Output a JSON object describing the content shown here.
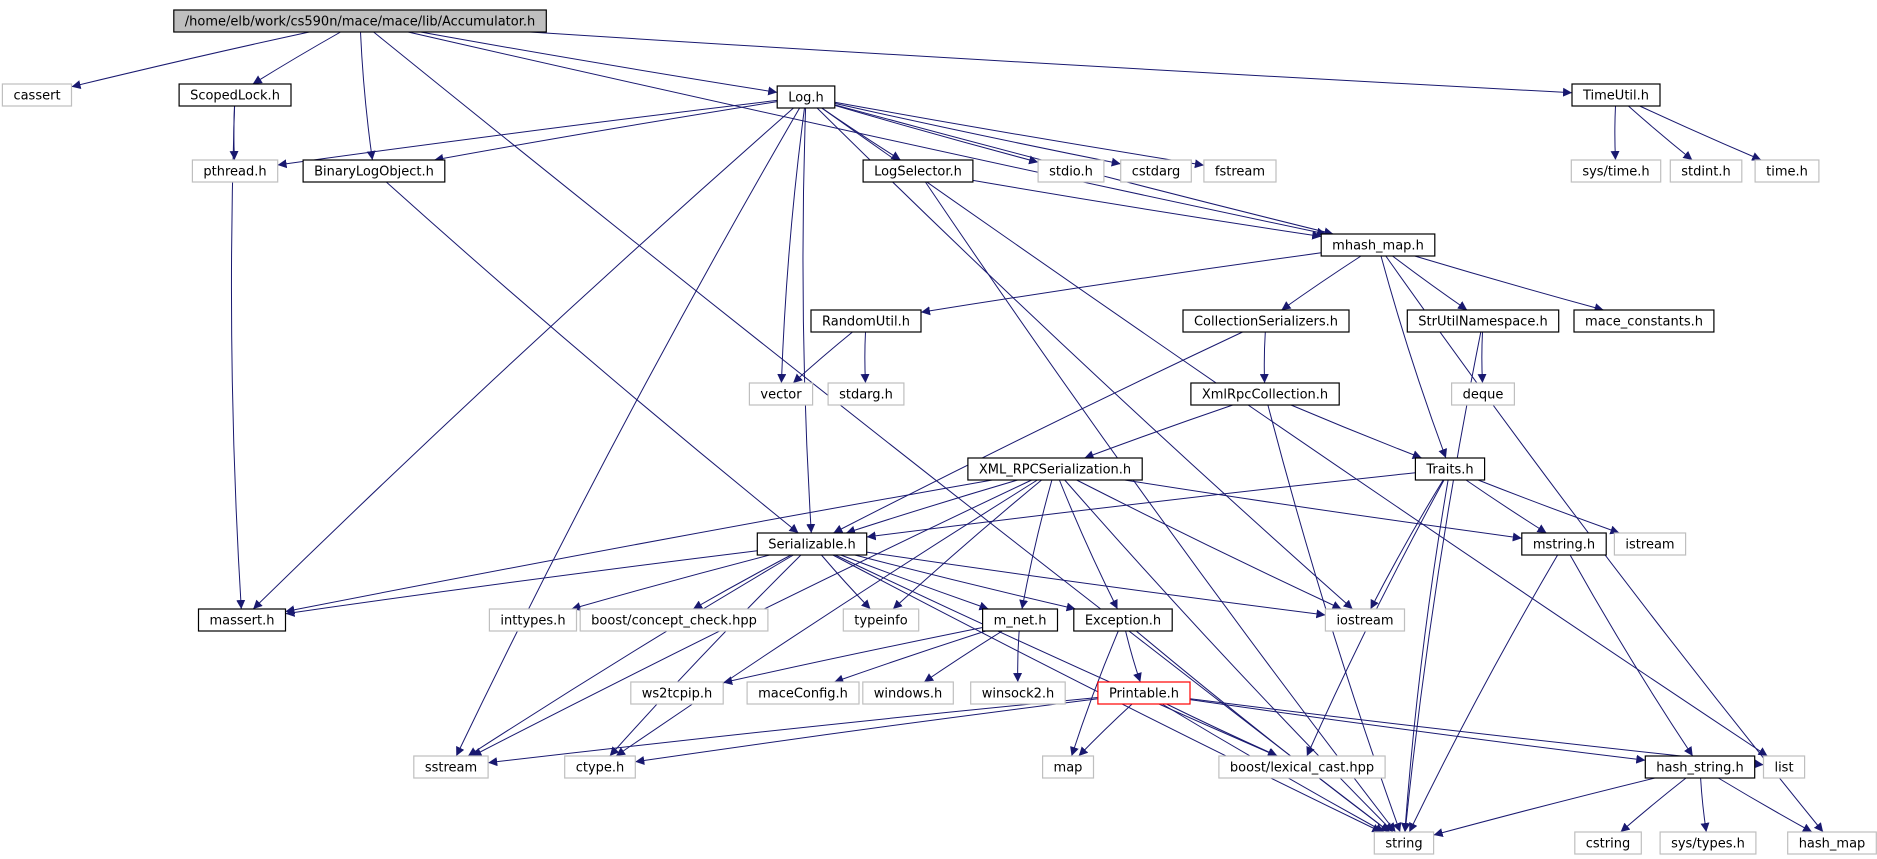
{
  "colors": {
    "edge": "#191970",
    "node_border_local": "#000000",
    "node_border_system": "#bfbfbf",
    "node_border_highlight": "#ff0000",
    "root_fill": "#bfbfbf",
    "node_fill": "#ffffff"
  },
  "nodes": [
    {
      "id": "root",
      "label": "/home/elb/work/cs590n/mace/mace/lib/Accumulator.h",
      "kind": "root"
    },
    {
      "id": "cassert",
      "label": "cassert",
      "kind": "system"
    },
    {
      "id": "scopedlock",
      "label": "ScopedLock.h",
      "kind": "local"
    },
    {
      "id": "log",
      "label": "Log.h",
      "kind": "local"
    },
    {
      "id": "timeutil",
      "label": "TimeUtil.h",
      "kind": "local"
    },
    {
      "id": "pthread",
      "label": "pthread.h",
      "kind": "system"
    },
    {
      "id": "binarylog",
      "label": "BinaryLogObject.h",
      "kind": "local"
    },
    {
      "id": "logselector",
      "label": "LogSelector.h",
      "kind": "local"
    },
    {
      "id": "stdio",
      "label": "stdio.h",
      "kind": "system"
    },
    {
      "id": "cstdarg",
      "label": "cstdarg",
      "kind": "system"
    },
    {
      "id": "fstream",
      "label": "fstream",
      "kind": "system"
    },
    {
      "id": "systime",
      "label": "sys/time.h",
      "kind": "system"
    },
    {
      "id": "stdint",
      "label": "stdint.h",
      "kind": "system"
    },
    {
      "id": "timeh",
      "label": "time.h",
      "kind": "system"
    },
    {
      "id": "mhash",
      "label": "mhash_map.h",
      "kind": "local"
    },
    {
      "id": "randomutil",
      "label": "RandomUtil.h",
      "kind": "local"
    },
    {
      "id": "collser",
      "label": "CollectionSerializers.h",
      "kind": "local"
    },
    {
      "id": "strutil",
      "label": "StrUtilNamespace.h",
      "kind": "local"
    },
    {
      "id": "maceconst",
      "label": "mace_constants.h",
      "kind": "local"
    },
    {
      "id": "vector",
      "label": "vector",
      "kind": "system"
    },
    {
      "id": "stdarg",
      "label": "stdarg.h",
      "kind": "system"
    },
    {
      "id": "xmlrpccoll",
      "label": "XmlRpcCollection.h",
      "kind": "local"
    },
    {
      "id": "deque",
      "label": "deque",
      "kind": "system"
    },
    {
      "id": "xmlrpcser",
      "label": "XML_RPCSerialization.h",
      "kind": "local"
    },
    {
      "id": "traits",
      "label": "Traits.h",
      "kind": "local"
    },
    {
      "id": "serializable",
      "label": "Serializable.h",
      "kind": "local"
    },
    {
      "id": "mstring",
      "label": "mstring.h",
      "kind": "local"
    },
    {
      "id": "istream",
      "label": "istream",
      "kind": "system"
    },
    {
      "id": "massert",
      "label": "massert.h",
      "kind": "local"
    },
    {
      "id": "inttypes",
      "label": "inttypes.h",
      "kind": "system"
    },
    {
      "id": "conceptcheck",
      "label": "boost/concept_check.hpp",
      "kind": "system"
    },
    {
      "id": "typeinfo",
      "label": "typeinfo",
      "kind": "system"
    },
    {
      "id": "mnet",
      "label": "m_net.h",
      "kind": "local"
    },
    {
      "id": "exception",
      "label": "Exception.h",
      "kind": "local"
    },
    {
      "id": "iostream",
      "label": "iostream",
      "kind": "system"
    },
    {
      "id": "ws2tcpip",
      "label": "ws2tcpip.h",
      "kind": "system"
    },
    {
      "id": "maceconfig",
      "label": "maceConfig.h",
      "kind": "system"
    },
    {
      "id": "windows",
      "label": "windows.h",
      "kind": "system"
    },
    {
      "id": "winsock2",
      "label": "winsock2.h",
      "kind": "system"
    },
    {
      "id": "printable",
      "label": "Printable.h",
      "kind": "highlight"
    },
    {
      "id": "sstream",
      "label": "sstream",
      "kind": "system"
    },
    {
      "id": "ctype",
      "label": "ctype.h",
      "kind": "system"
    },
    {
      "id": "map",
      "label": "map",
      "kind": "system"
    },
    {
      "id": "lexicalcast",
      "label": "boost/lexical_cast.hpp",
      "kind": "system"
    },
    {
      "id": "hashstring",
      "label": "hash_string.h",
      "kind": "local"
    },
    {
      "id": "list",
      "label": "list",
      "kind": "system"
    },
    {
      "id": "string",
      "label": "string",
      "kind": "system"
    },
    {
      "id": "cstring",
      "label": "cstring",
      "kind": "system"
    },
    {
      "id": "systypes",
      "label": "sys/types.h",
      "kind": "system"
    },
    {
      "id": "hashmap",
      "label": "hash_map",
      "kind": "system"
    }
  ],
  "edges": [
    [
      "root",
      "cassert"
    ],
    [
      "root",
      "scopedlock"
    ],
    [
      "root",
      "binarylog"
    ],
    [
      "root",
      "log"
    ],
    [
      "root",
      "timeutil"
    ],
    [
      "root",
      "mhash"
    ],
    [
      "root",
      "string"
    ],
    [
      "scopedlock",
      "pthread"
    ],
    [
      "scopedlock",
      "massert"
    ],
    [
      "log",
      "pthread"
    ],
    [
      "log",
      "binarylog"
    ],
    [
      "log",
      "logselector"
    ],
    [
      "log",
      "stdio"
    ],
    [
      "log",
      "cstdarg"
    ],
    [
      "log",
      "fstream"
    ],
    [
      "log",
      "mhash"
    ],
    [
      "log",
      "list"
    ],
    [
      "log",
      "vector"
    ],
    [
      "log",
      "massert"
    ],
    [
      "log",
      "sstream"
    ],
    [
      "log",
      "serializable"
    ],
    [
      "log",
      "iostream"
    ],
    [
      "timeutil",
      "systime"
    ],
    [
      "timeutil",
      "stdint"
    ],
    [
      "timeutil",
      "timeh"
    ],
    [
      "binarylog",
      "serializable"
    ],
    [
      "logselector",
      "mhash"
    ],
    [
      "logselector",
      "string"
    ],
    [
      "mhash",
      "randomutil"
    ],
    [
      "mhash",
      "collser"
    ],
    [
      "mhash",
      "strutil"
    ],
    [
      "mhash",
      "maceconst"
    ],
    [
      "mhash",
      "traits"
    ],
    [
      "mhash",
      "hashmap"
    ],
    [
      "randomutil",
      "vector"
    ],
    [
      "randomutil",
      "stdarg"
    ],
    [
      "collser",
      "xmlrpccoll"
    ],
    [
      "collser",
      "serializable"
    ],
    [
      "strutil",
      "deque"
    ],
    [
      "strutil",
      "string"
    ],
    [
      "xmlrpccoll",
      "xmlrpcser"
    ],
    [
      "xmlrpccoll",
      "traits"
    ],
    [
      "xmlrpccoll",
      "string"
    ],
    [
      "xmlrpcser",
      "serializable"
    ],
    [
      "xmlrpcser",
      "massert"
    ],
    [
      "xmlrpcser",
      "sstream"
    ],
    [
      "xmlrpcser",
      "typeinfo"
    ],
    [
      "xmlrpcser",
      "mnet"
    ],
    [
      "xmlrpcser",
      "exception"
    ],
    [
      "xmlrpcser",
      "iostream"
    ],
    [
      "xmlrpcser",
      "mstring"
    ],
    [
      "xmlrpcser",
      "string"
    ],
    [
      "xmlrpcser",
      "ctype"
    ],
    [
      "traits",
      "serializable"
    ],
    [
      "traits",
      "mstring"
    ],
    [
      "traits",
      "istream"
    ],
    [
      "traits",
      "iostream"
    ],
    [
      "traits",
      "lexicalcast"
    ],
    [
      "traits",
      "string"
    ],
    [
      "serializable",
      "massert"
    ],
    [
      "serializable",
      "inttypes"
    ],
    [
      "serializable",
      "conceptcheck"
    ],
    [
      "serializable",
      "typeinfo"
    ],
    [
      "serializable",
      "mnet"
    ],
    [
      "serializable",
      "exception"
    ],
    [
      "serializable",
      "iostream"
    ],
    [
      "serializable",
      "sstream"
    ],
    [
      "serializable",
      "ctype"
    ],
    [
      "serializable",
      "lexicalcast"
    ],
    [
      "serializable",
      "string"
    ],
    [
      "mstring",
      "hashstring"
    ],
    [
      "mstring",
      "string"
    ],
    [
      "mnet",
      "ws2tcpip"
    ],
    [
      "mnet",
      "maceconfig"
    ],
    [
      "mnet",
      "windows"
    ],
    [
      "mnet",
      "winsock2"
    ],
    [
      "exception",
      "printable"
    ],
    [
      "exception",
      "map"
    ],
    [
      "exception",
      "string"
    ],
    [
      "printable",
      "sstream"
    ],
    [
      "printable",
      "ctype"
    ],
    [
      "printable",
      "map"
    ],
    [
      "printable",
      "lexicalcast"
    ],
    [
      "printable",
      "hashstring"
    ],
    [
      "printable",
      "list"
    ],
    [
      "printable",
      "string"
    ],
    [
      "hashstring",
      "string"
    ],
    [
      "hashstring",
      "cstring"
    ],
    [
      "hashstring",
      "systypes"
    ],
    [
      "hashstring",
      "hashmap"
    ]
  ]
}
